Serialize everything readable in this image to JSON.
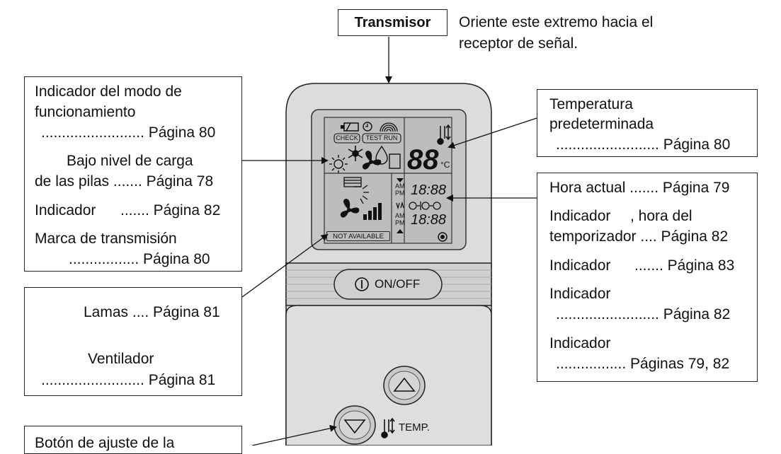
{
  "header": {
    "transmitter_label": "Transmisor",
    "transmitter_note_line1": "Oriente este extremo hacia el",
    "transmitter_note_line2": "receptor de señal."
  },
  "left_box_top": {
    "item1_line1": "Indicador del modo de",
    "item1_line2": "funcionamiento",
    "item1_page": "......................... Página 80",
    "item2_line1": "Bajo nivel de carga",
    "item2_line2": "de las pilas ....... Página 78",
    "item3_prefix": "Indicador",
    "item3_suffix": "....... Página 82",
    "item4_line1": "Marca de transmisión",
    "item4_page": "................. Página 80"
  },
  "left_box_middle": {
    "louver": "Lamas .... Página 81",
    "fan": "Ventilador",
    "fan_page": "......................... Página 81"
  },
  "left_box_bottom": {
    "line1": "Botón de ajuste de la"
  },
  "right_box_top": {
    "line1": "Temperatura",
    "line2": "predeterminada",
    "page": "......................... Página 80"
  },
  "right_box_bottom": {
    "clock": "Hora actual ....... Página 79",
    "timer_prefix": "Indicador",
    "timer_suffix": ", hora del",
    "timer_line2": "temporizador .... Página 82",
    "swing_prefix": "Indicador",
    "swing_suffix": "....... Página 83",
    "program_prefix": "Indicador",
    "program_page": "......................... Página 82",
    "arrow_prefix": "Indicador",
    "arrow_page": "................. Páginas 79, 82"
  },
  "remote": {
    "lcd_check": "CHECK",
    "lcd_test_run": "TEST RUN",
    "lcd_temp_digits": "88",
    "lcd_temp_unit": "°C",
    "lcd_am": "AM",
    "lcd_pm": "PM",
    "lcd_time_digits": "18:88",
    "lcd_not_available": "NOT AVAILABLE",
    "onoff_label": "ON/OFF",
    "temp_label": "TEMP."
  }
}
